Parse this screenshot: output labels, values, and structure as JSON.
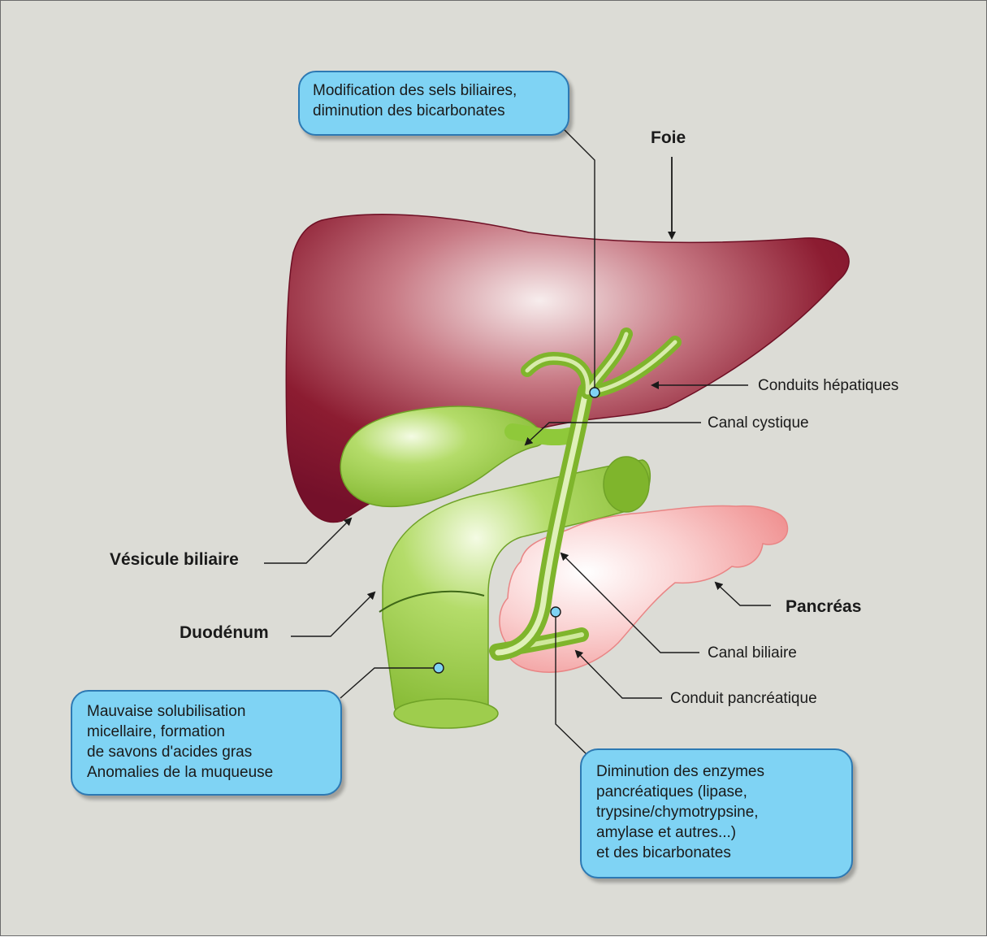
{
  "organs": {
    "liver": "Foie",
    "gallbladder": "Vésicule biliaire",
    "duodenum": "Duodénum",
    "pancreas": "Pancréas"
  },
  "ducts": {
    "hepatic": "Conduits hépatiques",
    "cystic": "Canal cystique",
    "bile": "Canal biliaire",
    "pancreatic": "Conduit pancréatique"
  },
  "callouts": {
    "bile_salts": [
      "Modification des sels biliaires,",
      "diminution des bicarbonates"
    ],
    "duodenum": [
      "Mauvaise solubilisation",
      "micellaire, formation",
      "de savons d'acides gras",
      "Anomalies de la muqueuse"
    ],
    "pancreas": [
      "Diminution des enzymes",
      "pancréatiques (lipase,",
      "trypsine/chymotrypsine,",
      "amylase et autres...)",
      "et des bicarbonates"
    ]
  },
  "colors": {
    "background": "#dcdcd6",
    "callout_fill": "#7fd3f4",
    "callout_border": "#2d79b3",
    "liver": "#8a1a2e",
    "biliary_green": "#8fc93a",
    "pancreas": "#f6a8a8"
  }
}
